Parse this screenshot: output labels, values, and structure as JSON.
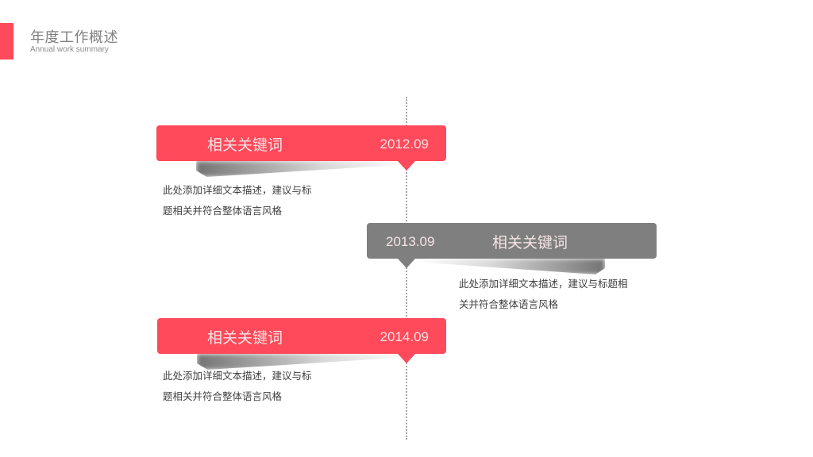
{
  "header": {
    "title": "年度工作概述",
    "subtitle": "Annual work summary",
    "accent_color": "#fe4a5a"
  },
  "colors": {
    "primary": "#fe4a5a",
    "secondary": "#7f7f7f",
    "timeline": "#a6a6a6"
  },
  "timeline": [
    {
      "keyword": "相关关键词",
      "date": "2012.09",
      "description_line1": "此处添加详细文本描述，建议与标",
      "description_line2": "题相关并符合整体语言风格"
    },
    {
      "keyword": "相关关键词",
      "date": "2013.09",
      "description_line1": "此处添加详细文本描述，建议与标题相",
      "description_line2": "关并符合整体语言风格"
    },
    {
      "keyword": "相关关键词",
      "date": "2014.09",
      "description_line1": "此处添加详细文本描述，建议与标",
      "description_line2": "题相关并符合整体语言风格"
    }
  ]
}
